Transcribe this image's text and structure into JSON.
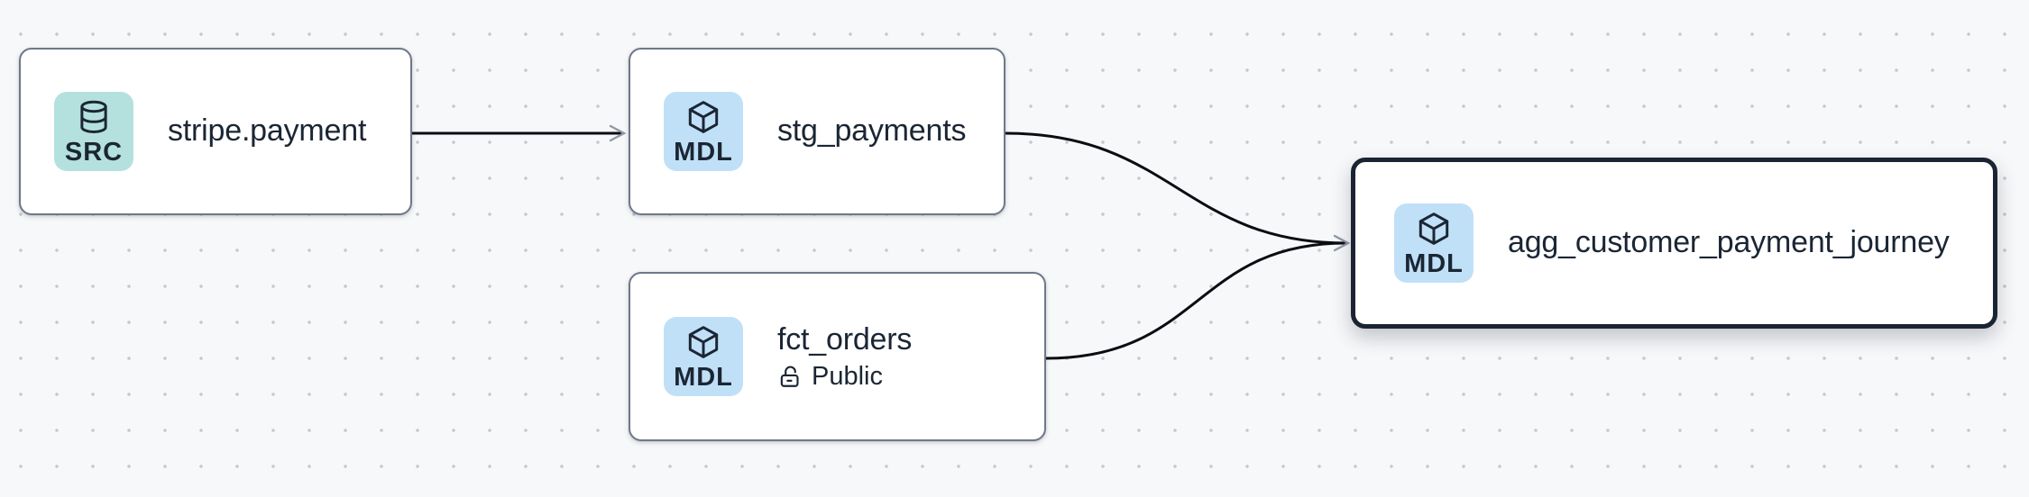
{
  "diagram": {
    "type": "data-lineage-graph",
    "background_color": "#f7f8fa",
    "dot_grid_color": "#c6c9cf"
  },
  "nodes": [
    {
      "id": "stripe.payment",
      "title": "stripe.payment",
      "badge": {
        "label": "SRC",
        "icon": "database-icon",
        "color": "#b4e1dd"
      },
      "selected": false
    },
    {
      "id": "stg_payments",
      "title": "stg_payments",
      "badge": {
        "label": "MDL",
        "icon": "cube-icon",
        "color": "#c0e0f8"
      },
      "selected": false
    },
    {
      "id": "fct_orders",
      "title": "fct_orders",
      "visibility": "Public",
      "visibility_icon": "lock-open-icon",
      "badge": {
        "label": "MDL",
        "icon": "cube-icon",
        "color": "#c0e0f8"
      },
      "selected": false
    },
    {
      "id": "agg_customer_payment_journey",
      "title": "agg_customer_payment_journey",
      "badge": {
        "label": "MDL",
        "icon": "cube-icon",
        "color": "#c0e0f8"
      },
      "selected": true
    }
  ],
  "edges": [
    {
      "from": "stripe.payment",
      "to": "stg_payments"
    },
    {
      "from": "stg_payments",
      "to": "agg_customer_payment_journey"
    },
    {
      "from": "fct_orders",
      "to": "agg_customer_payment_journey"
    }
  ],
  "colors": {
    "node_background": "#ffffff",
    "node_border": "#6e7889",
    "selected_node_border": "#1a2433",
    "edge": "#0a0d12",
    "arrowhead": "#9099a6",
    "title_text": "#1b2634"
  }
}
